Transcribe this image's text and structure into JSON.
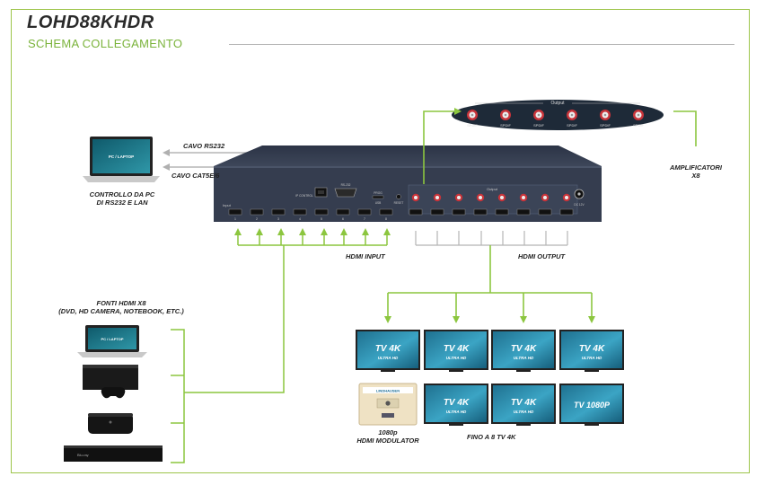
{
  "header": {
    "title": "LOHD88KHDR",
    "subtitle": "SCHEMA COLLEGAMENTO"
  },
  "labels": {
    "cavo_rs232": "CAVO RS232",
    "cavo_cat": "CAVO CAT5E/6",
    "controllo_line1": "CONTROLLO DA PC",
    "controllo_line2": "DI RS232 E LAN",
    "hdmi_input": "HDMI INPUT",
    "hdmi_output": "HDMI OUTPUT",
    "amplificatori_line1": "AMPLIFICATORI",
    "amplificatori_line2": "X8",
    "fonti_line1": "FONTI HDMI X8",
    "fonti_line2": "(DVD, HD CAMERA, NOTEBOOK, ETC.)",
    "modulator_line1": "1080p",
    "modulator_line2": "HDMI MODULATOR",
    "fino": "FINO A 8 TV 4K"
  },
  "laptop_screen": "PC / LAPTOP",
  "spdif_panel": {
    "title": "Output",
    "labels": [
      "SPDIF",
      "SPDIF",
      "SPDIF",
      "SPDIF",
      "SPDIF",
      "SPDIF"
    ]
  },
  "matrix": {
    "output_strip_label": "Output",
    "rs232_label": "RS-232",
    "ipcontrol_label": "IP CONTROL",
    "input_label": "Input",
    "prog_label": "PROG",
    "usb_label": "USB",
    "reset_label": "RESET",
    "dc_label": "DC 12V",
    "input_numbers": [
      "1",
      "2",
      "3",
      "4",
      "5",
      "6",
      "7",
      "8"
    ]
  },
  "tvs": [
    {
      "big": "TV 4K",
      "small": "ULTRA HD"
    },
    {
      "big": "TV 4K",
      "small": "ULTRA HD"
    },
    {
      "big": "TV 4K",
      "small": "ULTRA HD"
    },
    {
      "big": "TV 4K",
      "small": "ULTRA HD"
    },
    {
      "big": "TV 4K",
      "small": "ULTRA HD"
    },
    {
      "big": "TV 4K",
      "small": "ULTRA HD"
    },
    {
      "big": "TV 1080P",
      "small": ""
    }
  ],
  "modulator_brand": "LINDHAUSEN",
  "bluray_brand": "Blu-ray"
}
